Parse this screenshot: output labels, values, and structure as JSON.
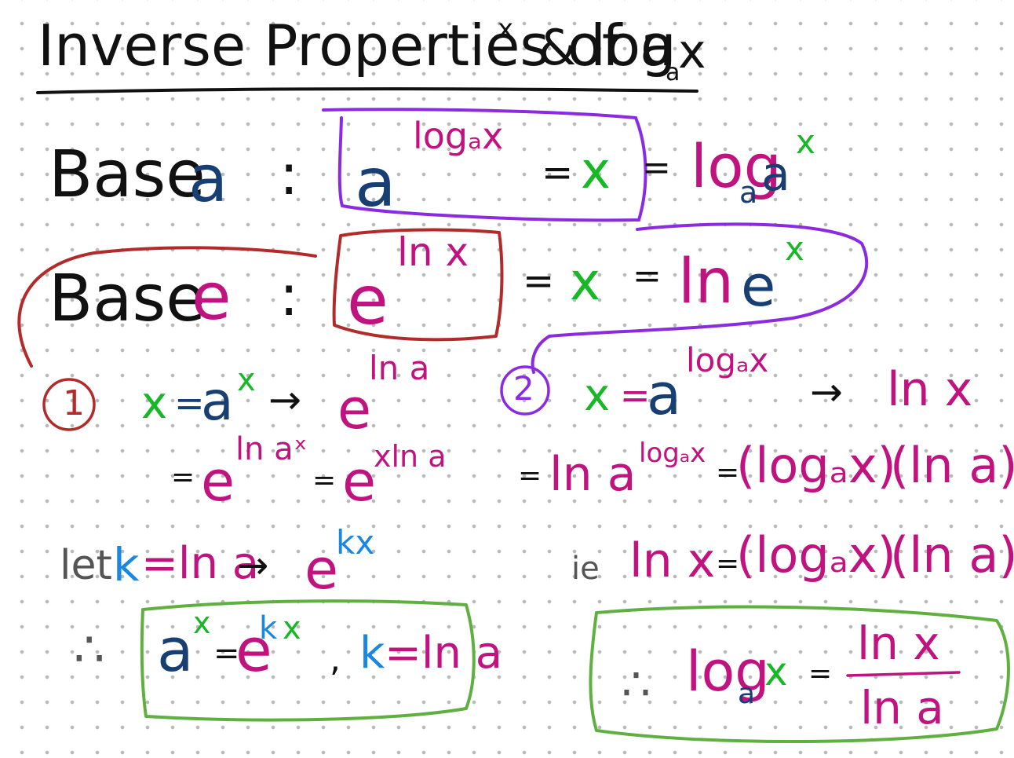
{
  "colors": {
    "black": "#111111",
    "navy": "#173f73",
    "magenta": "#c0137f",
    "green": "#17b826",
    "purple": "#8a2be2",
    "red": "#b22a2a",
    "blue": "#1a88e0",
    "frame_green": "#5fb040"
  },
  "title": {
    "main": "Inverse Properties of a",
    "exp": "x",
    "amp": "&",
    "log": "log",
    "base": "a",
    "arg": "x"
  },
  "line_a": {
    "label": "Base",
    "base": "a",
    "colon": ":",
    "lhs_base": "a",
    "lhs_exp": "logₐx",
    "eq1": "=",
    "x": "x",
    "eq2": "=",
    "rhs_log": "log",
    "rhs_sub": "a",
    "rhs_arg": "a",
    "rhs_exp": "x"
  },
  "line_e": {
    "label": "Base",
    "base": "e",
    "colon": ":",
    "lhs_base": "e",
    "lhs_exp": "ln x",
    "eq1": "=",
    "x": "x",
    "eq2": "=",
    "rhs_ln": "ln",
    "rhs_e": "e",
    "rhs_exp": "x"
  },
  "derivation_1": {
    "number": "1",
    "step1_x": "x",
    "step1_eq": "=",
    "step1_a": "a",
    "step1_exp": "x",
    "arrow": "→",
    "step1_e": "e",
    "step1_eexp": "ln a",
    "step2_eq": "=",
    "step2_e": "e",
    "step2_exp": "ln aˣ",
    "step2_eq2": "=",
    "step2_e2": "e",
    "step2_exp2": "xln a",
    "let": "let",
    "k": "k",
    "k_def": "=ln a",
    "e_kx": "e",
    "kx": "kx",
    "therefore": "∴",
    "result_a": "a",
    "result_aexp": "x",
    "result_eq": "=",
    "result_e": "e",
    "result_k": "k",
    "result_x": "x",
    "comma": ",",
    "result_k2": "k",
    "result_ln": "=ln a"
  },
  "derivation_2": {
    "number": "2",
    "step1_x": "x",
    "step1_eq": "=",
    "step1_a": "a",
    "step1_exp": "logₐx",
    "arrow": "→",
    "step1_ln": "ln x",
    "step2_eq": "=",
    "step2_ln": "ln a",
    "step2_exp": "logₐx",
    "step2_eq2": "=",
    "step2_p1": "(logₐx)",
    "step2_p2": "(ln a)",
    "ie": "ie",
    "ie_ln": "ln x",
    "ie_eq": "=",
    "ie_p1": "(logₐx)",
    "ie_p2": "(ln a)",
    "therefore": "∴",
    "res_log": "log",
    "res_sub": "a",
    "res_x": "x",
    "res_eq": "=",
    "res_num": "ln x",
    "res_den": "ln a"
  }
}
